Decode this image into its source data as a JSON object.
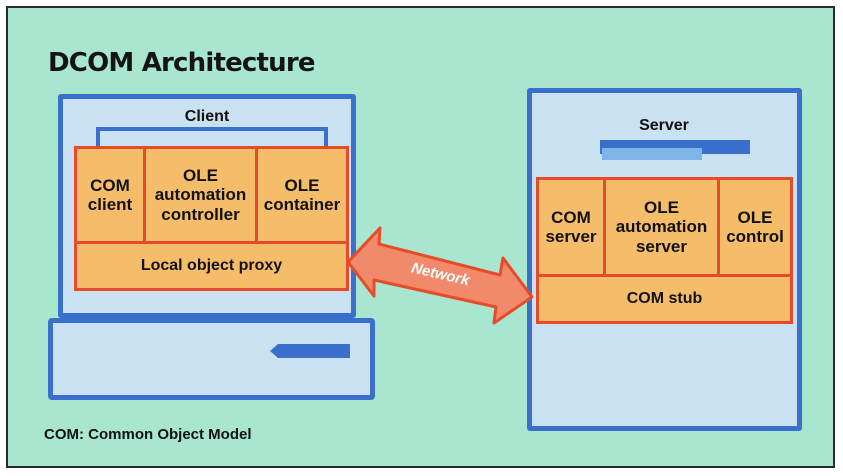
{
  "title": "DCOM Architecture",
  "footnote": "COM: Common Object Model",
  "client": {
    "label": "Client",
    "components": [
      "COM\nclient",
      "OLE\nautomation\ncontroller",
      "OLE\ncontainer"
    ],
    "proxy": "Local object proxy"
  },
  "server": {
    "label": "Server",
    "components": [
      "COM\nserver",
      "OLE\nautomation\nserver",
      "OLE\ncontrol"
    ],
    "stub": "COM stub"
  },
  "network": {
    "label": "Network"
  },
  "colors": {
    "background": "#a8e6cf",
    "monitor_border": "#3a6fcc",
    "monitor_fill": "#c9e1f0",
    "box_fill": "#f5bd6a",
    "box_border": "#e84b2a",
    "arrow_fill": "#f08a6a"
  }
}
